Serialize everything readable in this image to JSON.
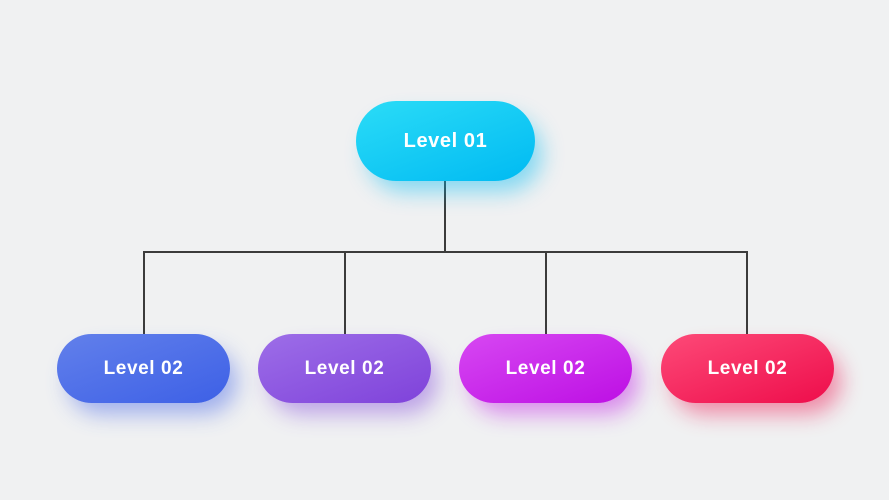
{
  "diagram": {
    "type": "org-chart",
    "background_color": "#f0f1f2",
    "connector_color": "#3c3c3c",
    "text_color": "#ffffff",
    "root": {
      "label": "Level 01",
      "gradient": [
        "#2bdcf7",
        "#00baf2"
      ],
      "shadow": "rgba(0, 186, 242, 0.45)"
    },
    "children": [
      {
        "label": "Level 02",
        "gradient": [
          "#6280eb",
          "#3d60e6"
        ],
        "shadow": "rgba(61, 96, 230, 0.45)"
      },
      {
        "label": "Level 02",
        "gradient": [
          "#9d6ee8",
          "#7f42da"
        ],
        "shadow": "rgba(127, 66, 218, 0.45)"
      },
      {
        "label": "Level 02",
        "gradient": [
          "#d748f2",
          "#bd0fe4"
        ],
        "shadow": "rgba(189, 15, 228, 0.45)"
      },
      {
        "label": "Level 02",
        "gradient": [
          "#fd4a78",
          "#ee0d4b"
        ],
        "shadow": "rgba(238, 13, 75, 0.45)"
      }
    ]
  }
}
